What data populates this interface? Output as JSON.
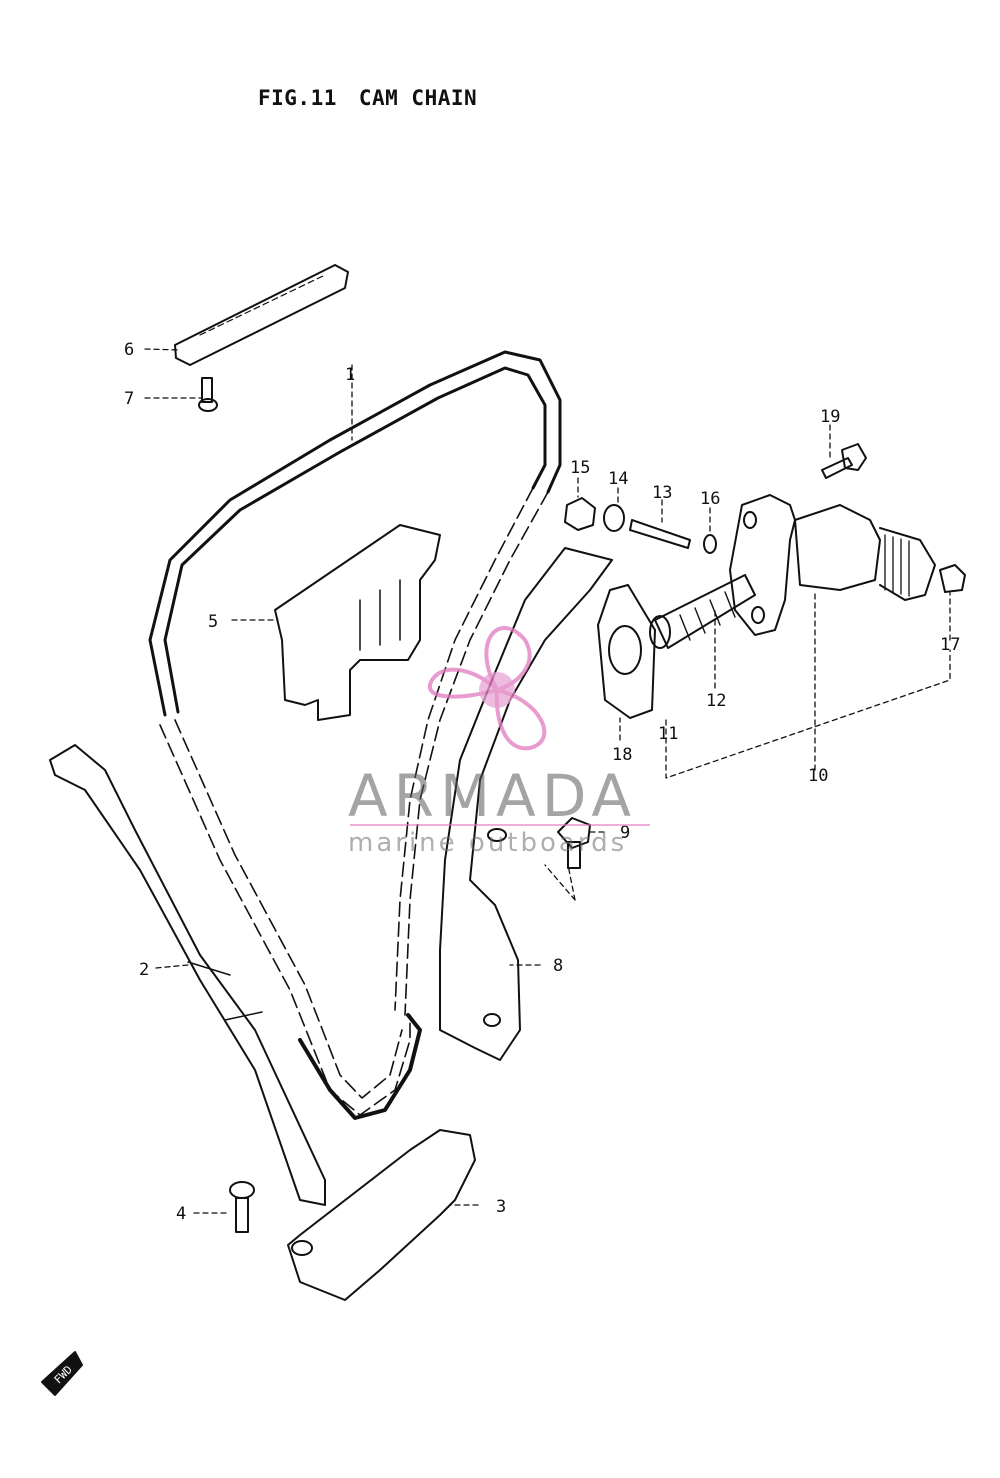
{
  "figure": {
    "number": "FIG.11",
    "caption": "CAM CHAIN",
    "fwd_label": "FWD"
  },
  "callouts": [
    "1",
    "2",
    "3",
    "4",
    "5",
    "6",
    "7",
    "8",
    "9",
    "10",
    "11",
    "12",
    "13",
    "14",
    "15",
    "16",
    "17",
    "18",
    "19"
  ],
  "watermark": {
    "brand": "ARMADA",
    "tagline": "marine outboards",
    "accent_color": "#e07ac0",
    "text_color": "#777777"
  },
  "line_color": "#111111"
}
